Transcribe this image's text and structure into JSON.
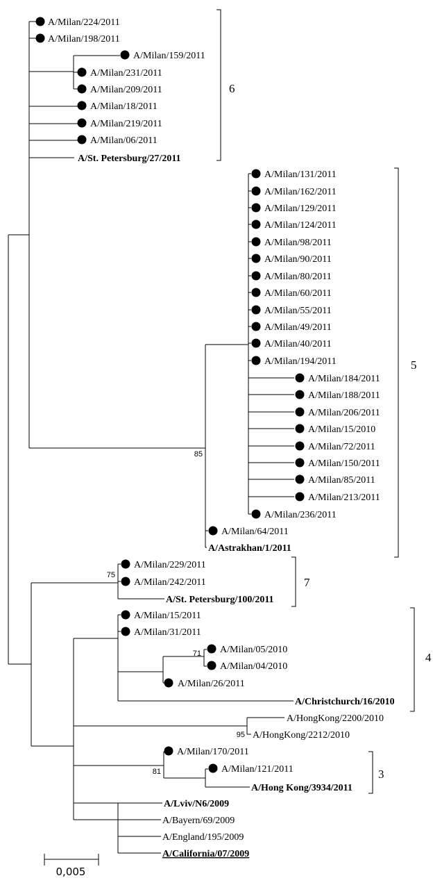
{
  "leaves": {
    "milan_224_2011": "A/Milan/224/2011",
    "milan_198_2011": "A/Milan/198/2011",
    "milan_159_2011": "A/Milan/159/2011",
    "milan_231_2011": "A/Milan/231/2011",
    "milan_209_2011": "A/Milan/209/2011",
    "milan_18_2011": "A/Milan/18/2011",
    "milan_219_2011": "A/Milan/219/2011",
    "milan_06_2011": "A/Milan/06/2011",
    "st_petersburg_27_2011": "A/St. Petersburg/27/2011",
    "milan_131_2011": "A/Milan/131/2011",
    "milan_162_2011": "A/Milan/162/2011",
    "milan_129_2011": "A/Milan/129/2011",
    "milan_124_2011": "A/Milan/124/2011",
    "milan_98_2011": "A/Milan/98/2011",
    "milan_90_2011": "A/Milan/90/2011",
    "milan_80_2011": "A/Milan/80/2011",
    "milan_60_2011": "A/Milan/60/2011",
    "milan_55_2011": "A/Milan/55/2011",
    "milan_49_2011": "A/Milan/49/2011",
    "milan_40_2011": "A/Milan/40/2011",
    "milan_194_2011": "A/Milan/194/2011",
    "milan_184_2011": "A/Milan/184/2011",
    "milan_188_2011": "A/Milan/188/2011",
    "milan_206_2011": "A/Milan/206/2011",
    "milan_15_2010": "A/Milan/15/2010",
    "milan_72_2011": "A/Milan/72/2011",
    "milan_150_2011": "A/Milan/150/2011",
    "milan_85_2011": "A/Milan/85/2011",
    "milan_213_2011": "A/Milan/213/2011",
    "milan_236_2011": "A/Milan/236/2011",
    "milan_64_2011": "A/Milan/64/2011",
    "astrakhan_1_2011": "A/Astrakhan/1/2011",
    "milan_229_2011": "A/Milan/229/2011",
    "milan_242_2011": "A/Milan/242/2011",
    "st_petersburg_100_2011": "A/St. Petersburg/100/2011",
    "milan_15_2011": "A/Milan/15/2011",
    "milan_31_2011": "A/Milan/31/2011",
    "milan_05_2010": "A/Milan/05/2010",
    "milan_04_2010": "A/Milan/04/2010",
    "milan_26_2011": "A/Milan/26/2011",
    "christchurch_16_2010": "A/Christchurch/16/2010",
    "hongkong_2200_2010": "A/HongKong/2200/2010",
    "hongkong_2212_2010": "A/HongKong/2212/2010",
    "milan_170_2011": "A/Milan/170/2011",
    "milan_121_2011": "A/Milan/121/2011",
    "hongkong_3934_2011": "A/Hong Kong/3934/2011",
    "lviv_n6_2009": "A/Lviv/N6/2009",
    "bayern_69_2009": "A/Bayern/69/2009",
    "england_195_2009": "A/England/195/2009",
    "california_07_2009": "A/California/07/2009"
  },
  "bootstrap": {
    "clade5_node": "85",
    "clade7_node": "75",
    "milan_05_04_node": "71",
    "hongkong_node": "95",
    "clade3_node": "81"
  },
  "clades": {
    "clade_6": "6",
    "clade_5": "5",
    "clade_7": "7",
    "clade_4": "4",
    "clade_3": "3"
  },
  "scale_bar": {
    "label": "0,005"
  }
}
